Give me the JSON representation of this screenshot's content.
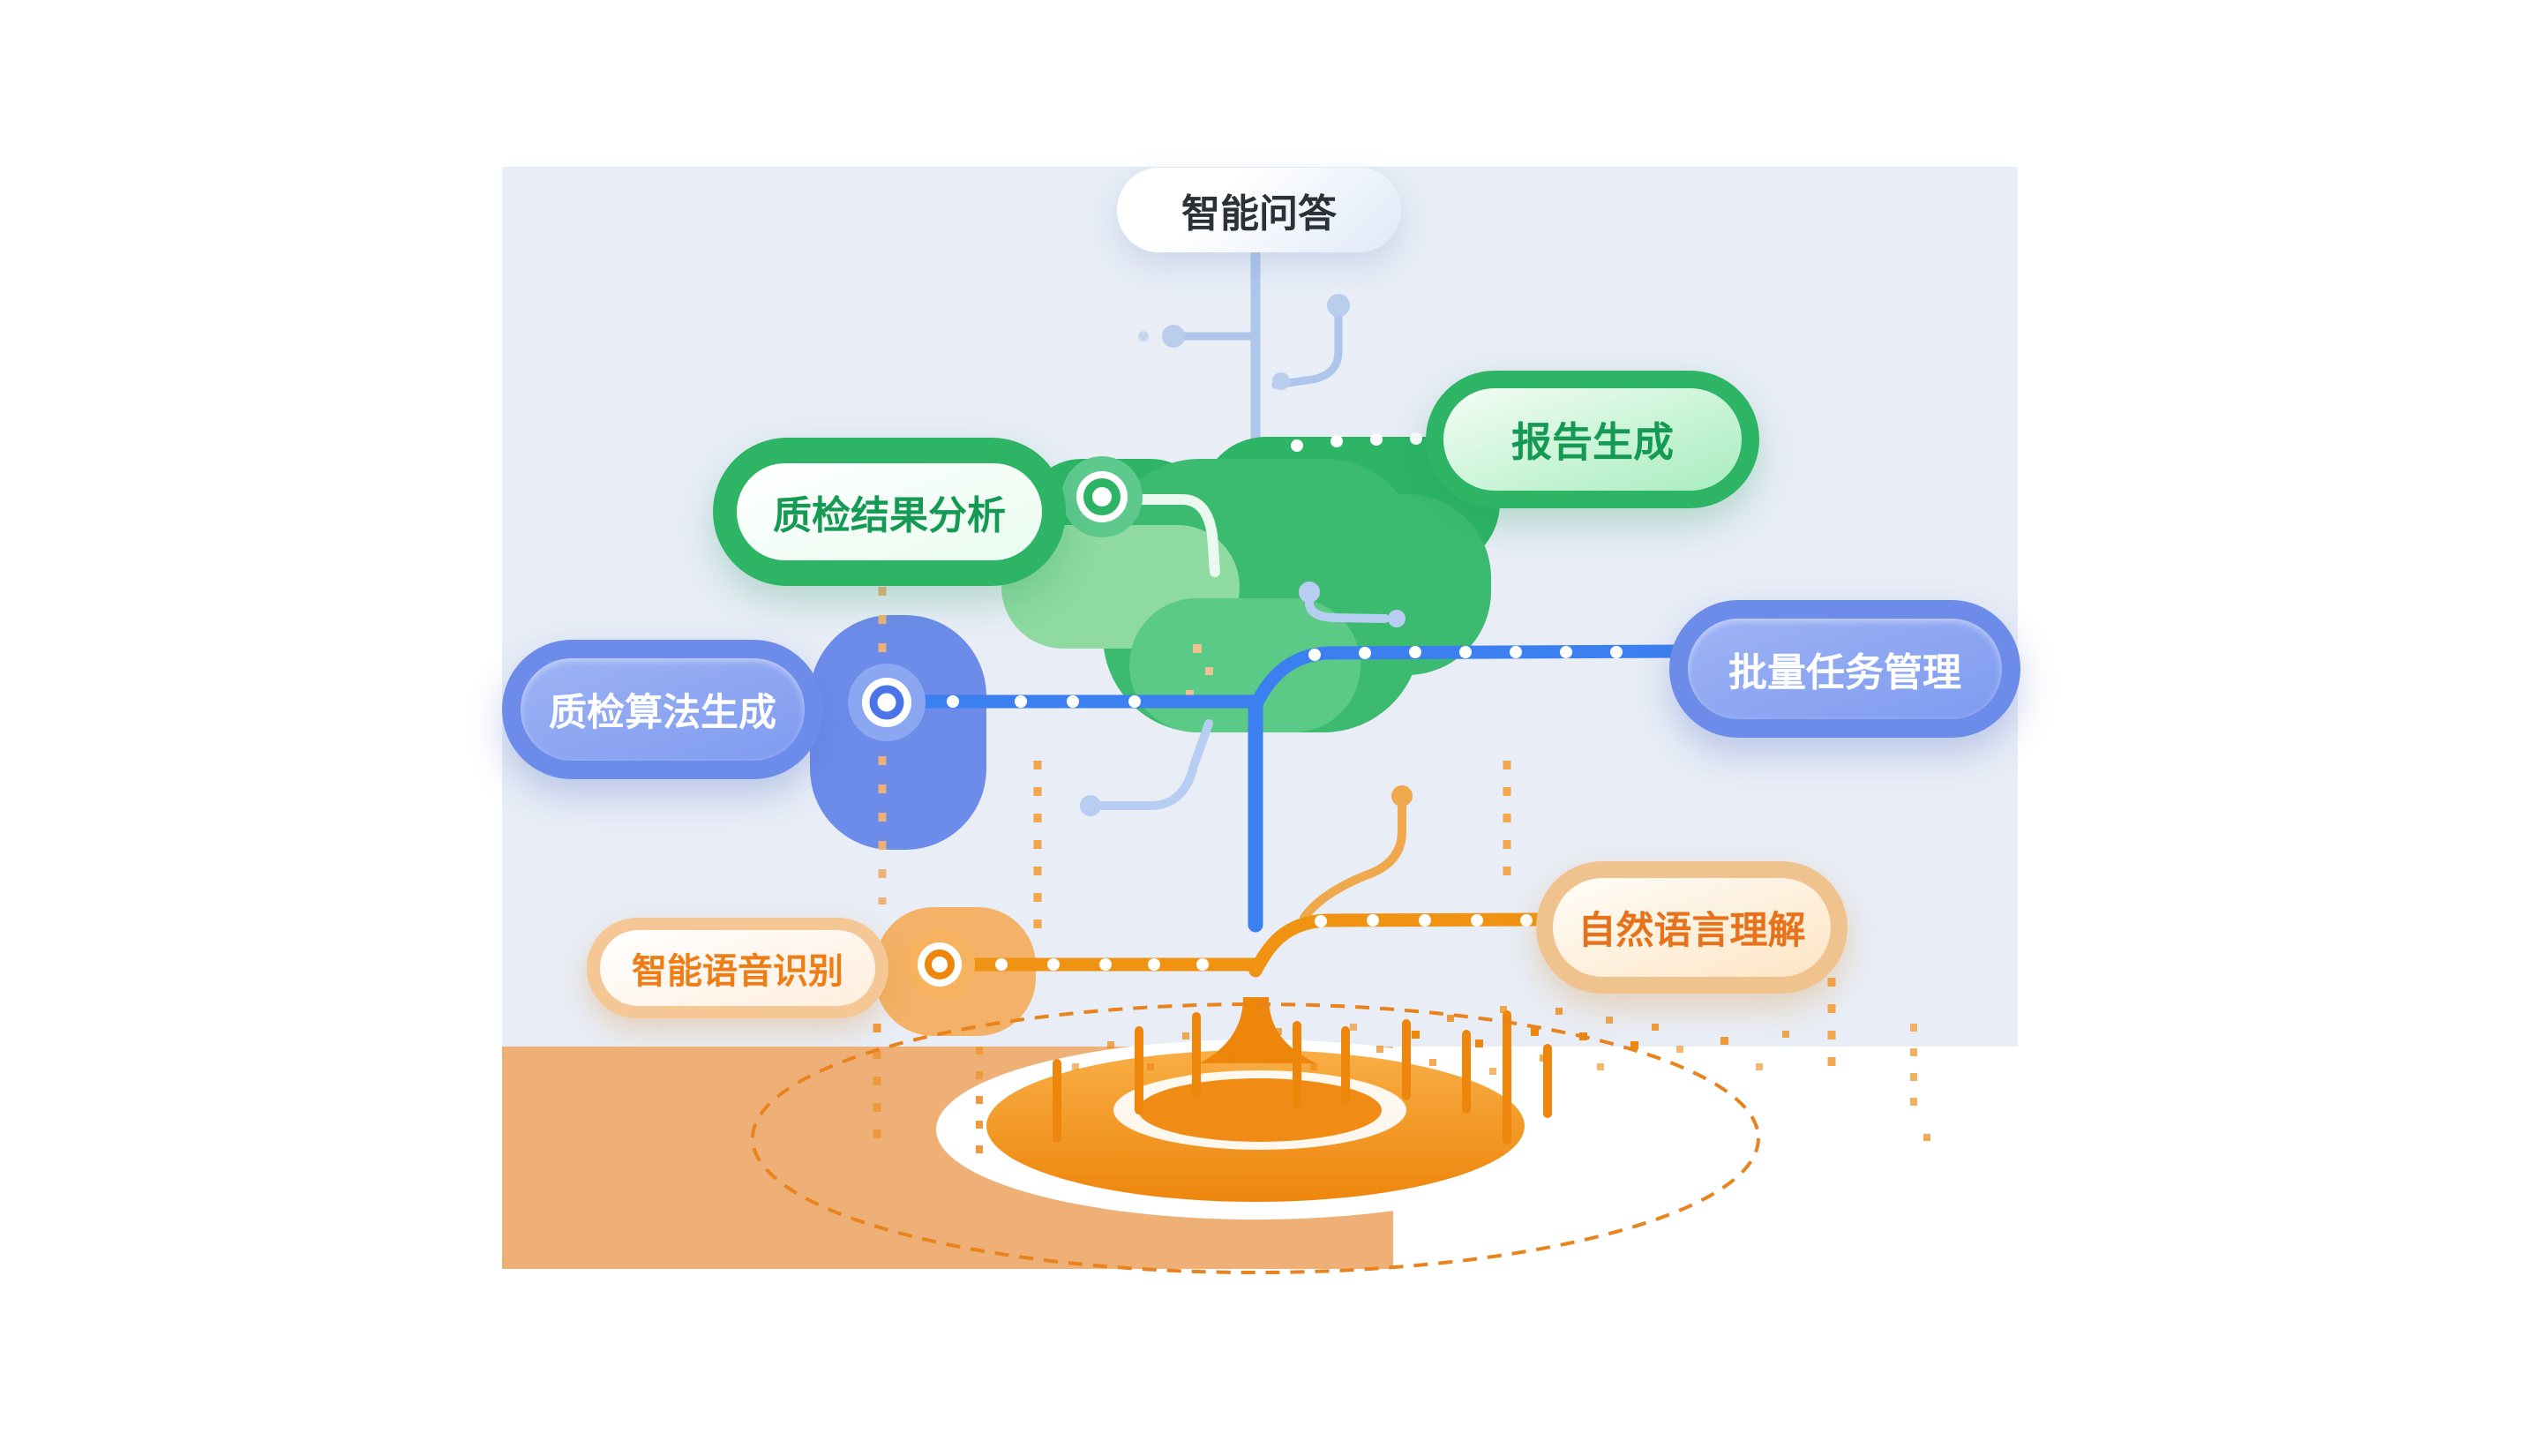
{
  "diagram": {
    "type": "capability-tree",
    "nodes": [
      {
        "id": "qa",
        "label": "智能问答",
        "theme": "light-blue",
        "position": "top"
      },
      {
        "id": "report",
        "label": "报告生成",
        "theme": "green",
        "position": "upper-right"
      },
      {
        "id": "qc-result",
        "label": "质检结果分析",
        "theme": "green",
        "position": "upper-left"
      },
      {
        "id": "batch",
        "label": "批量任务管理",
        "theme": "blue",
        "position": "middle-right"
      },
      {
        "id": "qc-algo",
        "label": "质检算法生成",
        "theme": "blue",
        "position": "middle-left"
      },
      {
        "id": "nlu",
        "label": "自然语言理解",
        "theme": "orange",
        "position": "lower-right"
      },
      {
        "id": "asr",
        "label": "智能语音识别",
        "theme": "orange",
        "position": "lower-left"
      }
    ],
    "colors": {
      "panel_background": "#e8edf6",
      "sand_block": "#eeb077",
      "green": "#2db465",
      "green_light": "#8edaa0",
      "green_text": "#149a52",
      "blue_pill": "#6d8cea",
      "blue_branch": "#3b7ff0",
      "blue_light": "#b7cdf2",
      "orange": "#f09312",
      "orange_deep": "#ee860c",
      "orange_light": "#f3c188",
      "orange_text": "#e8721b",
      "dot_white": "#ffffff"
    }
  }
}
